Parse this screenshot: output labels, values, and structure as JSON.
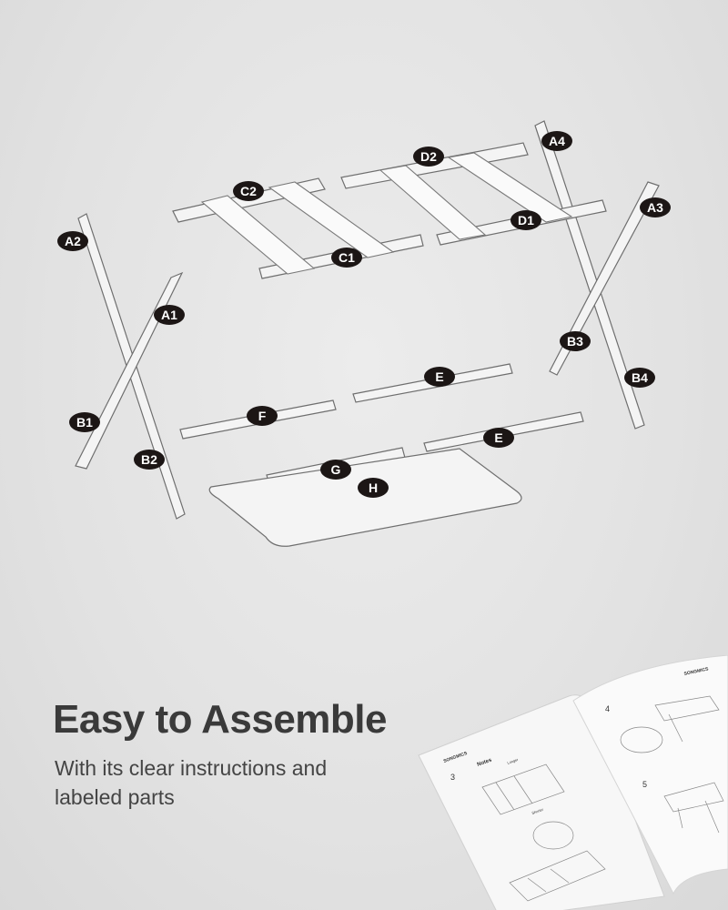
{
  "headline": "Easy to Assemble",
  "subtitle_lines": [
    "With its clear instructions and",
    "labeled parts"
  ],
  "part_labels": {
    "A1": "A1",
    "A2": "A2",
    "A3": "A3",
    "A4": "A4",
    "B1": "B1",
    "B2": "B2",
    "B3": "B3",
    "B4": "B4",
    "C1": "C1",
    "C2": "C2",
    "D1": "D1",
    "D2": "D2",
    "E": "E",
    "F": "F",
    "G": "G",
    "H": "H"
  },
  "booklet": {
    "brand": "SONGMICS",
    "left_page_step": "3",
    "notes_title": "Notes",
    "label_longer": "Longer",
    "label_shorter": "Shorter",
    "right_page_steps": [
      "4",
      "5"
    ]
  },
  "colors": {
    "label_fill": "#1c1615",
    "headline": "#3a3a3a",
    "background": "#e4e4e4"
  }
}
